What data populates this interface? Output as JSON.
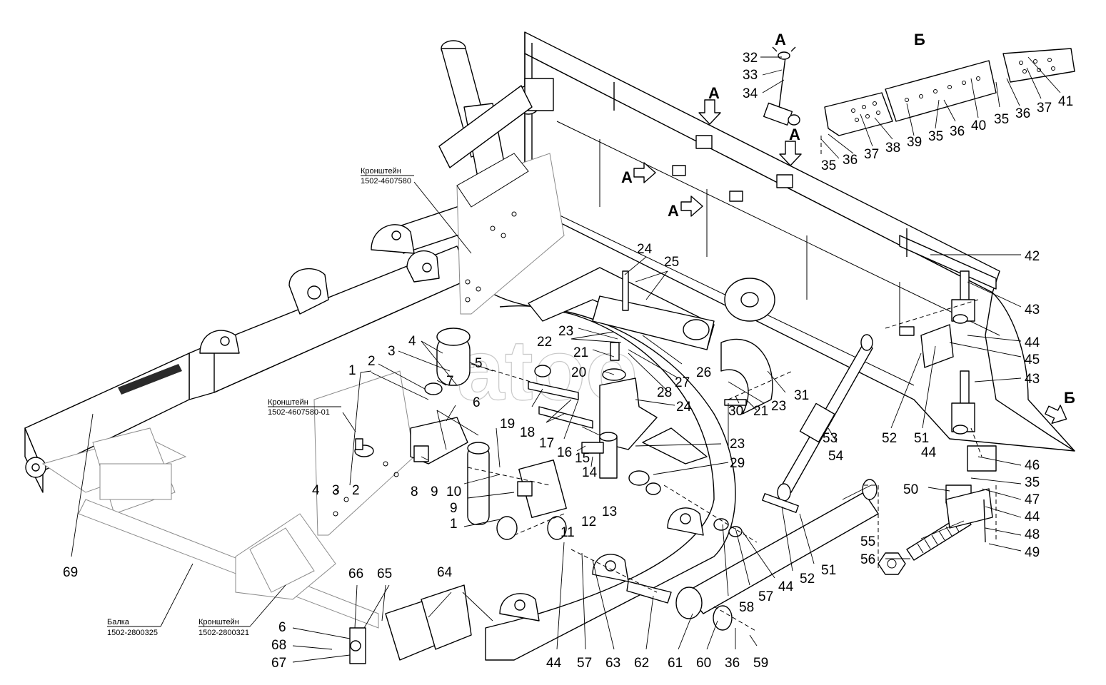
{
  "view_letters": {
    "a": "А",
    "b": "Б"
  },
  "captions": {
    "bracket_top": {
      "title": "Кронштейн",
      "code": "1502-4607580"
    },
    "bracket_mid": {
      "title": "Кронштейн",
      "code": "1502-4607580-01"
    },
    "beam": {
      "title": "Балка",
      "code": "1502-2800325"
    },
    "bracket_bottom": {
      "title": "Кронштейн",
      "code": "1502-2800321"
    }
  },
  "callouts": [
    "1",
    "2",
    "3",
    "4",
    "5",
    "6",
    "7",
    "8",
    "9",
    "10",
    "11",
    "12",
    "13",
    "14",
    "15",
    "16",
    "17",
    "18",
    "19",
    "20",
    "21",
    "22",
    "23",
    "24",
    "25",
    "26",
    "27",
    "28",
    "29",
    "30",
    "31",
    "32",
    "33",
    "34",
    "35",
    "36",
    "37",
    "38",
    "39",
    "40",
    "41",
    "42",
    "43",
    "44",
    "45",
    "46",
    "47",
    "48",
    "49",
    "50",
    "51",
    "52",
    "53",
    "54",
    "55",
    "56",
    "57",
    "58",
    "59",
    "60",
    "61",
    "62",
    "63",
    "64",
    "65",
    "66",
    "67",
    "68",
    "69"
  ],
  "watermark": "atoo"
}
